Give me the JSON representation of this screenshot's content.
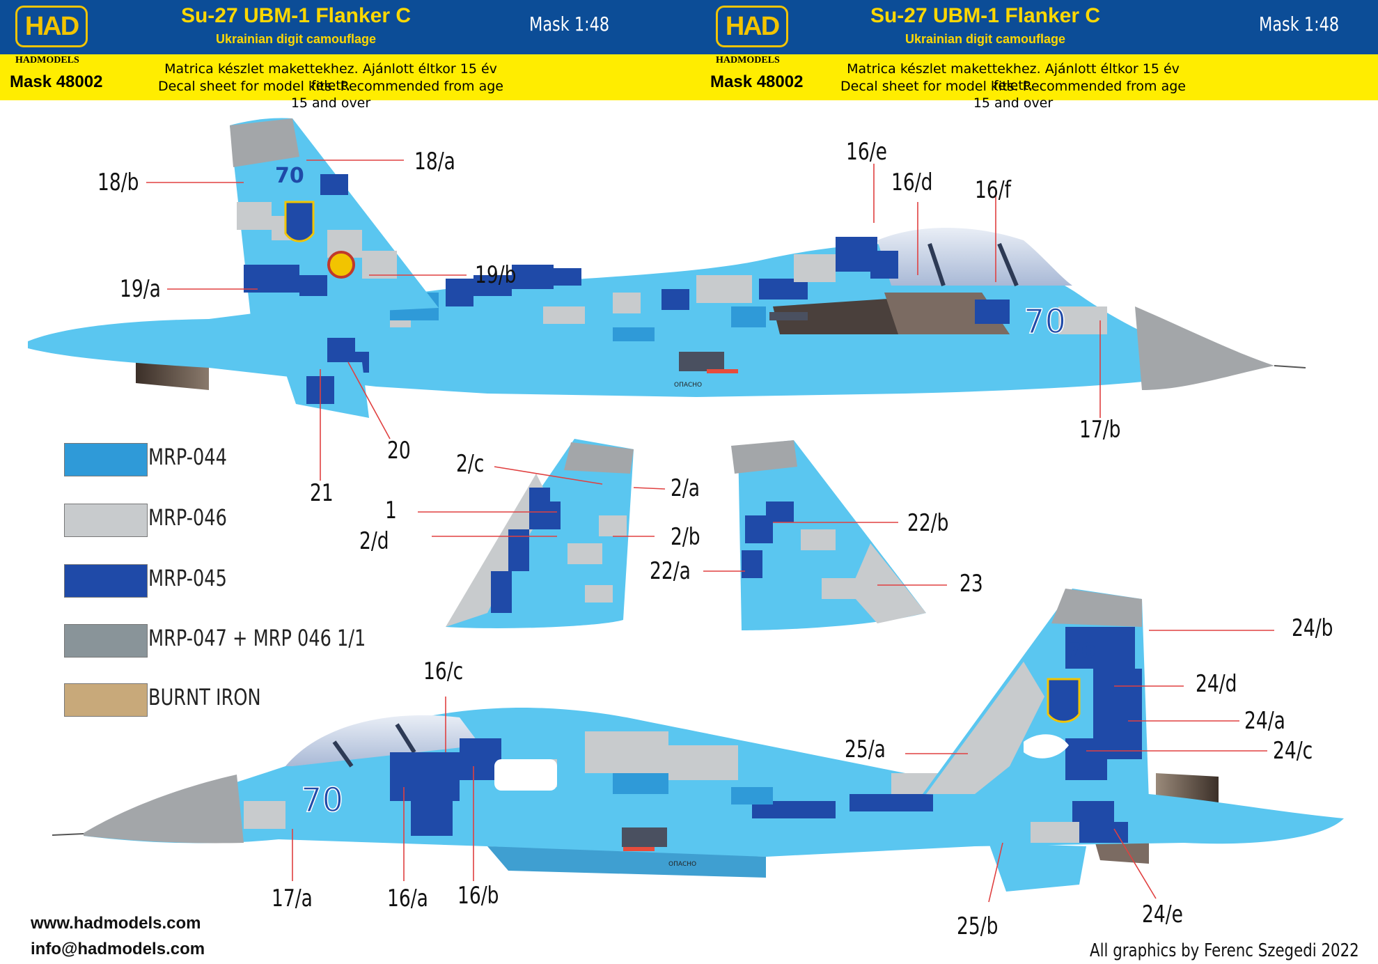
{
  "header": {
    "logo_text": "HAD",
    "brand": "HADMODELS",
    "mask_number": "Mask 48002",
    "title": "Su-27 UBM-1 Flanker C",
    "subtitle": "Ukrainian digit camouflage",
    "scale": "Mask 1:48",
    "note_line1": "Matrica készlet makettekhez. Ajánlott éltkor 15 év felett.",
    "note_line2": "Decal sheet for model kits. Recommended from age 15 and over"
  },
  "colors": {
    "header_blue": "#0c4d97",
    "header_yellow": "#ffed00",
    "mrp044": "#2f9ad8",
    "mrp046": "#c8cbcd",
    "mrp045": "#1f4aa8",
    "mrp047": "#899499",
    "burnt_iron": "#c8a97a",
    "body_light": "#5ac6f0"
  },
  "legend": [
    {
      "label": "MRP-044",
      "color": "#2f9ad8"
    },
    {
      "label": "MRP-046",
      "color": "#c8cbcd"
    },
    {
      "label": "MRP-045",
      "color": "#1f4aa8"
    },
    {
      "label": "MRP-047 + MRP 046 1/1",
      "color": "#899499"
    },
    {
      "label": "BURNT IRON",
      "color": "#c8a97a"
    }
  ],
  "aircraft": {
    "tail_number": "70",
    "warning_text": "ОПАСНО"
  },
  "callouts": {
    "c18a": "18/a",
    "c18b": "18/b",
    "c19a": "19/a",
    "c19b": "19/b",
    "c20": "20",
    "c21": "21",
    "c16e": "16/e",
    "c16d": "16/d",
    "c16f": "16/f",
    "c17b": "17/b",
    "c2c": "2/c",
    "c2a": "2/a",
    "c1": "1",
    "c2d": "2/d",
    "c2b": "2/b",
    "c22a": "22/a",
    "c22b": "22/b",
    "c23": "23",
    "c16c": "16/c",
    "c17a": "17/a",
    "c16a": "16/a",
    "c16b": "16/b",
    "c25a": "25/a",
    "c25b": "25/b",
    "c24b": "24/b",
    "c24d": "24/d",
    "c24a": "24/a",
    "c24c": "24/c",
    "c24e": "24/e"
  },
  "footer": {
    "website": "www.hadmodels.com",
    "email": "info@hadmodels.com",
    "credit": "All graphics by Ferenc Szegedi 2022"
  }
}
